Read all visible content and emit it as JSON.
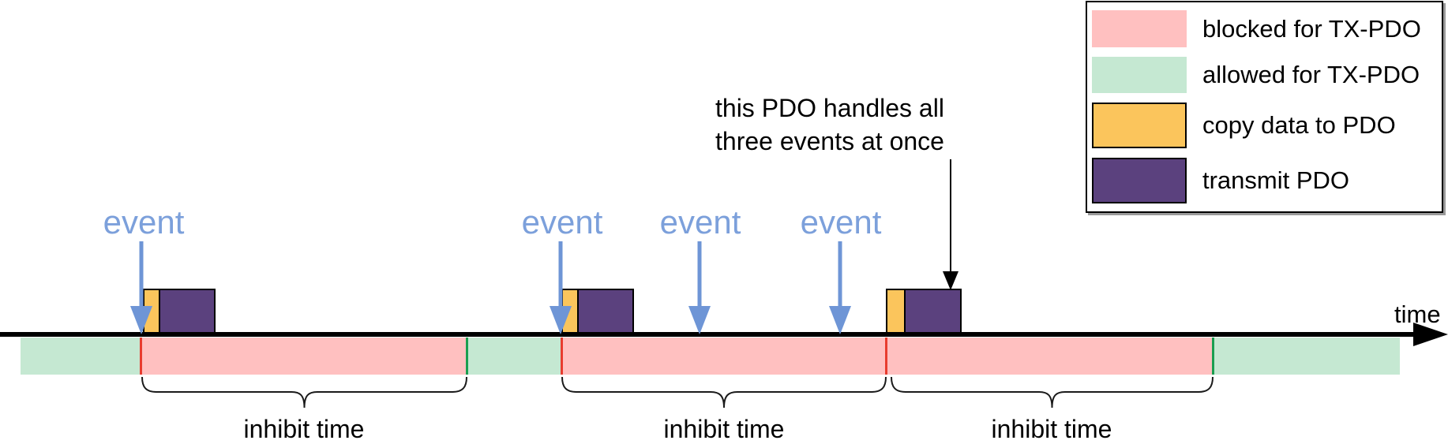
{
  "colors": {
    "blocked": "#FFC0C0",
    "allowed": "#C5E8D2",
    "copy_data": "#FBC55C",
    "transmit": "#5B417E",
    "event_blue": "#6E95D6",
    "event_text_blue": "#7CA0DB",
    "red_separator": "#E83C2F",
    "green_separator": "#1A9E50",
    "axis_black": "#000000"
  },
  "axis": {
    "label": "time"
  },
  "events": {
    "label": "event"
  },
  "annotation": {
    "line1": "this PDO handles all",
    "line2": "three events at once"
  },
  "inhibit": {
    "label": "inhibit time"
  },
  "legend": {
    "items": [
      {
        "label": "blocked for TX-PDO",
        "color": "#FFC0C0",
        "bordered": false
      },
      {
        "label": "allowed for TX-PDO",
        "color": "#C5E8D2",
        "bordered": false
      },
      {
        "label": "copy data to PDO",
        "color": "#FBC55C",
        "bordered": true
      },
      {
        "label": "transmit PDO",
        "color": "#5B417E",
        "bordered": true
      }
    ]
  }
}
